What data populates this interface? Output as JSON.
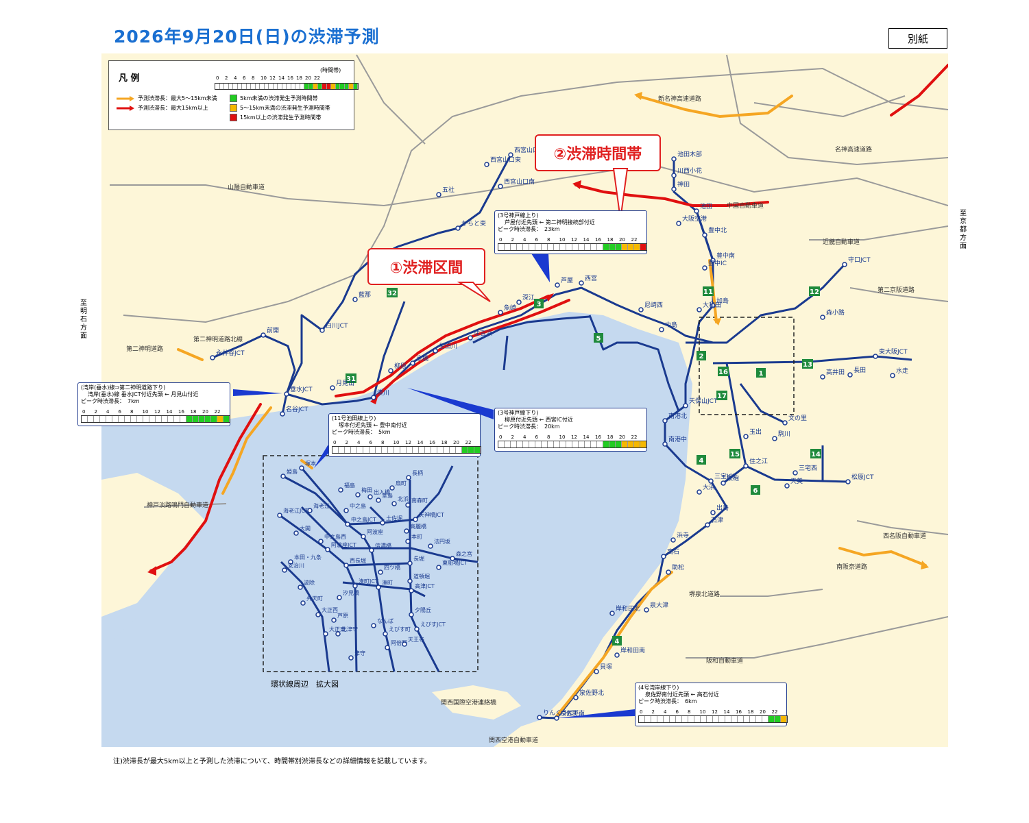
{
  "title": "2026年9月20日(日)の渋滞予測",
  "tag": "別紙",
  "footnote": "注)渋滞長が最大5km以上と予測した渋滞について、時間帯別渋滞長などの詳細情報を記載しています。",
  "legend": {
    "title": "凡 例",
    "timeline_caption": "(時間帯)",
    "hour_ticks": [
      "0",
      "2",
      "4",
      "6",
      "8",
      "10",
      "12",
      "14",
      "16",
      "18",
      "20",
      "22"
    ],
    "cells": [
      "w",
      "w",
      "w",
      "w",
      "w",
      "w",
      "w",
      "w",
      "w",
      "w",
      "w",
      "w",
      "w",
      "w",
      "w",
      "w",
      "w",
      "w",
      "w",
      "w",
      "g",
      "g",
      "y",
      "g",
      "r",
      "r",
      "y",
      "g",
      "g",
      "g",
      "y",
      "g"
    ],
    "arrow_short": "予測渋滞長：最大5～15km未満",
    "arrow_long": "予測渋滞長：最大15km以上",
    "box_green": "5km未満の渋滞発生予測時間帯",
    "box_yellow": "5～15km未満の渋滞発生予測時間帯",
    "box_red": "15km以上の渋滞発生予測時間帯",
    "colors": {
      "green": "#22cc22",
      "yellow": "#f5b800",
      "red": "#e01010",
      "arrow_orange": "#f5a623",
      "arrow_red": "#e01010",
      "road_blue": "#1a3a8f"
    }
  },
  "labels": {
    "section": "①渋滞区間",
    "time_band": "②渋滞時間帯"
  },
  "callouts": [
    {
      "id": "c1",
      "route": "(3号神戸線上り)",
      "desc": "芦屋付近先頭 ← 第二神明接続部付近",
      "peak": "ピーク時渋滞長：　23km",
      "cells": "wwwwwwwwwwwwwwwwwgggyyyrryyyywwww"
    },
    {
      "id": "c2",
      "route": "(3号神戸線下り)",
      "desc": "柳原付近先頭 ← 西宮IC付近",
      "peak": "ピーク時渋滞長：　20km",
      "cells": "wwwwwwwwwwwwwwwwwgggyyyyrwwwggggwww"
    },
    {
      "id": "c3",
      "route": "(湾岸(垂水)線⇒第二神明道路下り)",
      "desc": "湾岸(垂水)線 垂水JCT付近先頭 ← 月見山付近",
      "peak": "ピーク時渋滞長：　7km",
      "cells": "wwwwwwwwwwwwwwwwwgggggygwwwwwwwwwww"
    },
    {
      "id": "c4",
      "route": "(11号池田線上り)",
      "desc": "塚本付近先頭 ← 豊中南付近",
      "peak": "ピーク時渋滞長：　5km",
      "cells": "wwwwwwwwwwwwwwwwwwwwwgggwwwwwwwwwwww"
    },
    {
      "id": "c5",
      "route": "(4号湾岸線下り)",
      "desc": "泉佐野南付近先頭 ← 高石付近",
      "peak": "ピーク時渋滞長：　6km",
      "cells": "wwwwwwwwwwwwwwwwwwwwwggyggwwwwwwwwww"
    }
  ],
  "map_labels": {
    "shin_meishin": "新名神高速道路",
    "sanyo": "山陽自動車道",
    "dai2_meishin": "第二神明道路",
    "dai2_meishin_kita": "第二神明道路北線",
    "kobe_awaji": "神戸淡路鳴門自動車道",
    "chugoku": "中国自動車道",
    "meishin": "名神高速道路",
    "kinki": "近畿自動車道",
    "dai2_keihan": "第二京阪道路",
    "nishi_meihan": "西名阪自動車道",
    "hanna": "阪和自動車道",
    "minami_hanna": "南阪奈道路",
    "sakai_senboku": "堺泉北道路",
    "kansai_bridge": "関西国際空港連絡橋",
    "kansai_road": "関西空港自動車道",
    "to_akashi": "至明石方面",
    "to_kyoto": "至京都方面",
    "inset_caption": "環状線周辺　拡大図"
  },
  "nodes": [
    [
      "池田木部",
      983,
      232
    ],
    [
      "川西小花",
      983,
      256
    ],
    [
      "神田",
      983,
      276
    ],
    [
      "池田",
      1016,
      308
    ],
    [
      "大阪空港",
      990,
      326
    ],
    [
      "豊中北",
      1028,
      343
    ],
    [
      "豊中南",
      1040,
      380
    ],
    [
      "豊中IC",
      1028,
      391
    ],
    [
      "加島",
      1040,
      446
    ],
    [
      "大和田",
      1020,
      452
    ],
    [
      "中島",
      965,
      481
    ],
    [
      "尼崎西",
      935,
      452
    ],
    [
      "西宮",
      848,
      413
    ],
    [
      "芦屋",
      813,
      416
    ],
    [
      "深江",
      757,
      441
    ],
    [
      "魚崎",
      730,
      456
    ],
    [
      "住吉浜",
      686,
      493
    ],
    [
      "生田川",
      635,
      512
    ],
    [
      "京橋",
      602,
      530
    ],
    [
      "柳原",
      570,
      541
    ],
    [
      "湊川",
      545,
      580
    ],
    [
      "月見山",
      485,
      566
    ],
    [
      "垂水JCT",
      418,
      575
    ],
    [
      "名谷JCT",
      412,
      604
    ],
    [
      "永井谷JCT",
      310,
      522
    ],
    [
      "前開",
      384,
      489
    ],
    [
      "白川JCT",
      470,
      482
    ],
    [
      "藍那",
      518,
      437
    ],
    [
      "からと東",
      668,
      333
    ],
    [
      "五社",
      640,
      284
    ],
    [
      "西宮山口東",
      710,
      240
    ],
    [
      "西宮山口JCT",
      745,
      226
    ],
    [
      "西宮山口南",
      730,
      272
    ],
    [
      "守口JCT",
      1232,
      386
    ],
    [
      "森小路",
      1200,
      463
    ],
    [
      "東大阪JCT",
      1277,
      520
    ],
    [
      "水走",
      1302,
      548
    ],
    [
      "高井田",
      1200,
      550
    ],
    [
      "長田",
      1240,
      547
    ],
    [
      "文の里",
      1145,
      617
    ],
    [
      "駒川",
      1130,
      640
    ],
    [
      "松原JCT",
      1237,
      703
    ],
    [
      "三宅西",
      1160,
      690
    ],
    [
      "天美",
      1148,
      709
    ],
    [
      "住之江",
      1088,
      680
    ],
    [
      "三宝JCT",
      1037,
      702
    ],
    [
      "南港北",
      970,
      614
    ],
    [
      "南港中",
      970,
      648
    ],
    [
      "天保山JCT",
      1000,
      592
    ],
    [
      "大浜",
      1020,
      718
    ],
    [
      "出島",
      1040,
      748
    ],
    [
      "石津",
      1032,
      766
    ],
    [
      "浜寺",
      982,
      788
    ],
    [
      "高石",
      968,
      812
    ],
    [
      "助松",
      975,
      835
    ],
    [
      "泉大津",
      943,
      890
    ],
    [
      "岸和田北",
      893,
      895
    ],
    [
      "岸和田南",
      900,
      956
    ],
    [
      "貝塚",
      870,
      980
    ],
    [
      "泉佐野北",
      840,
      1018
    ],
    [
      "泉佐野南",
      812,
      1048
    ],
    [
      "りんくうJCT",
      787,
      1047
    ],
    [
      "玉出",
      1088,
      637
    ],
    [
      "鉄砲",
      1055,
      705
    ]
  ],
  "inset_nodes": [
    [
      "塚本",
      440,
      683
    ],
    [
      "姫島",
      413,
      695
    ],
    [
      "海老江JCT",
      408,
      752
    ],
    [
      "海老江",
      452,
      745
    ],
    [
      "大開",
      432,
      778
    ],
    [
      "中之島西",
      468,
      790
    ],
    [
      "阿波座JCT",
      478,
      802
    ],
    [
      "本田・九条",
      424,
      820
    ],
    [
      "安治川",
      415,
      832
    ],
    [
      "波除",
      438,
      857
    ],
    [
      "弁天町",
      442,
      880
    ],
    [
      "大正西",
      464,
      897
    ],
    [
      "大正東",
      475,
      925
    ],
    [
      "北津守",
      493,
      925
    ],
    [
      "津守",
      512,
      960
    ],
    [
      "芦原",
      487,
      905
    ],
    [
      "汐見橋",
      495,
      872
    ],
    [
      "湊町JCT",
      518,
      855
    ],
    [
      "湊町",
      552,
      857
    ],
    [
      "なんば",
      545,
      913
    ],
    [
      "えびす町",
      562,
      925
    ],
    [
      "阿倍野",
      565,
      945
    ],
    [
      "天王寺",
      590,
      940
    ],
    [
      "えびすJCT",
      608,
      918
    ],
    [
      "夕陽丘",
      600,
      897
    ],
    [
      "高津JCT",
      600,
      862
    ],
    [
      "道頓堀",
      598,
      848
    ],
    [
      "長堀",
      598,
      822
    ],
    [
      "西長堀",
      505,
      825
    ],
    [
      "信濃橋",
      542,
      803
    ],
    [
      "阿波座",
      530,
      783
    ],
    [
      "土佐堀",
      558,
      763
    ],
    [
      "中之島JCT",
      507,
      765
    ],
    [
      "中之島",
      505,
      745
    ],
    [
      "福島",
      497,
      715
    ],
    [
      "梅田",
      522,
      722
    ],
    [
      "出入橋",
      540,
      725
    ],
    [
      "堂島",
      552,
      730
    ],
    [
      "北浜",
      575,
      735
    ],
    [
      "扇町",
      572,
      712
    ],
    [
      "長柄",
      596,
      697
    ],
    [
      "南森町",
      595,
      737
    ],
    [
      "天神橋JCT",
      606,
      758
    ],
    [
      "高麗橋",
      593,
      775
    ],
    [
      "本町",
      595,
      790
    ],
    [
      "法円坂",
      628,
      797
    ],
    [
      "森之宮",
      660,
      815
    ],
    [
      "東船場JCT",
      640,
      828
    ],
    [
      "四ツ橋",
      555,
      835
    ]
  ]
}
